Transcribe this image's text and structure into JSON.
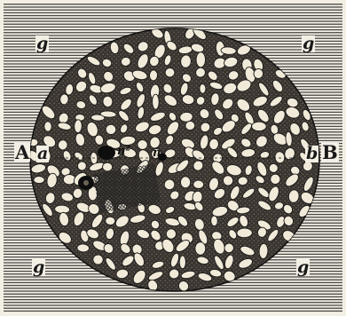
{
  "figure": {
    "labels": {
      "g_top_left": "g",
      "g_top_right": "g",
      "g_bottom_left": "g",
      "g_bottom_right": "g",
      "A": "A",
      "a": "a",
      "B": "B",
      "b": "b",
      "n2": "n²",
      "n": "n"
    },
    "colors": {
      "ink": "#1a1a1a",
      "paper": "#f4efe4",
      "grain": "#f1ead9"
    }
  }
}
